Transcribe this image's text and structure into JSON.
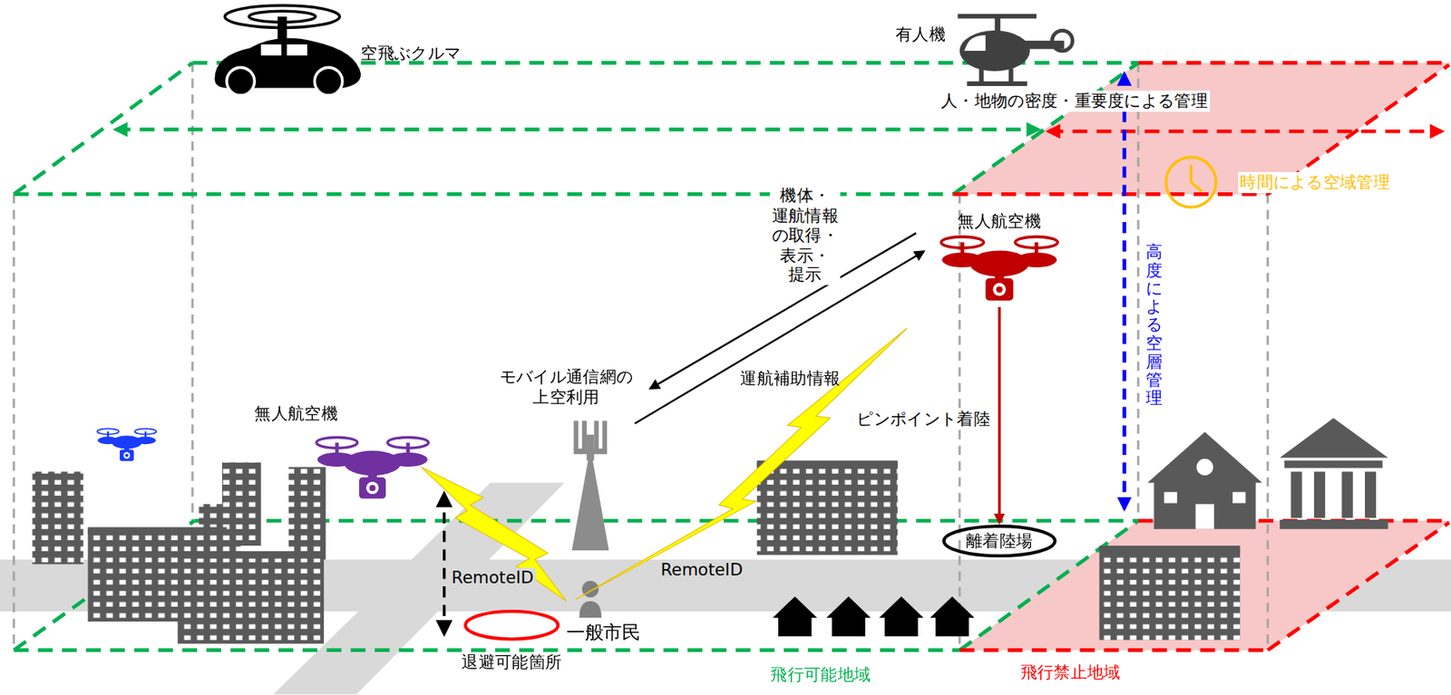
{
  "diagram": {
    "nodes": [
      {
        "text": [
          "無人航空機"
        ]
      },
      {
        "text": [
          "無人航空機"
        ]
      },
      {
        "text": [
          "離着陸場"
        ]
      },
      {
        "text": [
          "退避可能箇所"
        ]
      }
    ],
    "edges": [
      {
        "from": 0,
        "to": 2,
        "arrow": "to",
        "label": "ピンポイント着陸"
      }
    ],
    "labels": [
      "空飛ぶクルマ",
      "有人機",
      "人・地物の密度・重要度による管理",
      "時間による空域管理",
      "機体・運航情報 の取得・表示・提示",
      "高度による空層管理",
      "モバイル通信網の 上空利用",
      "運航補助情報",
      "RemoteID",
      "RemoteID",
      "一般市民",
      "飛行可能地域",
      "飛行禁止地域"
    ]
  }
}
